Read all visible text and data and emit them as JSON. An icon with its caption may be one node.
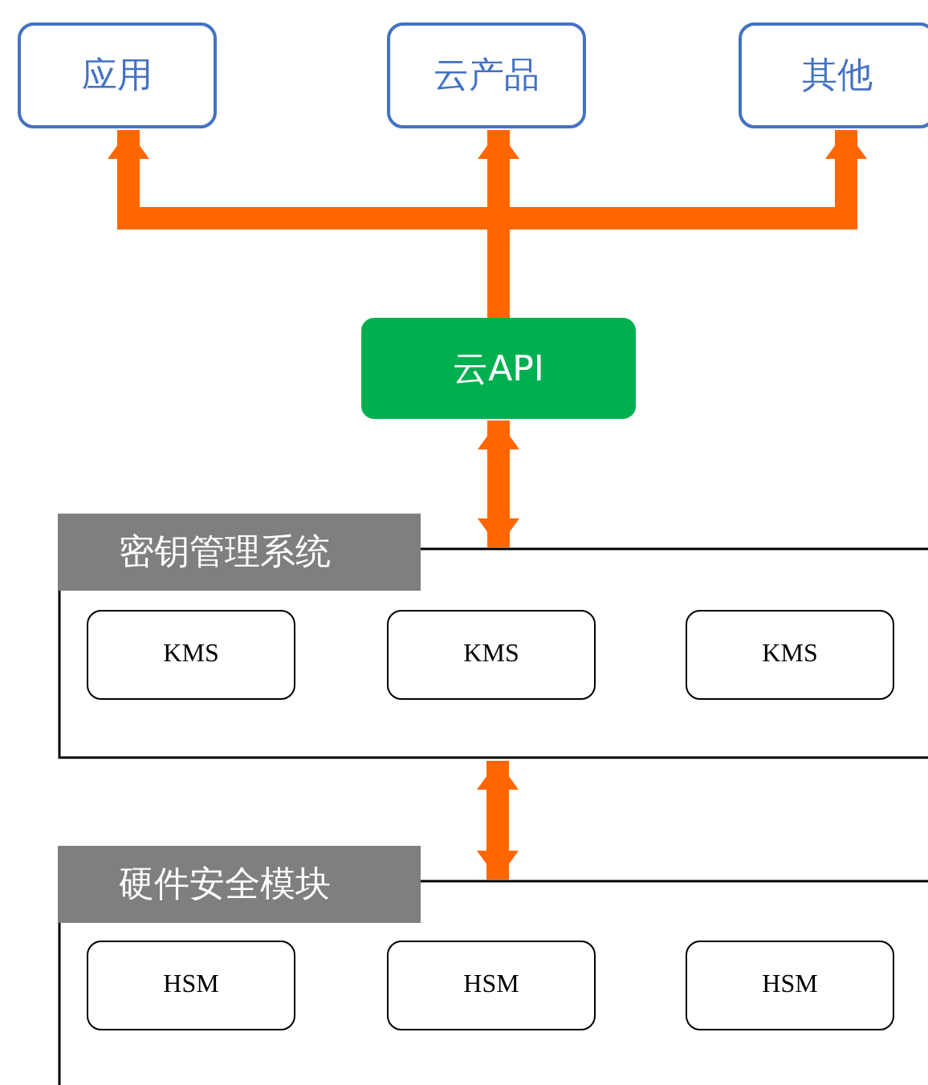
{
  "diagram": {
    "nodes": [
      {
        "text": [
          "应用"
        ]
      },
      {
        "text": [
          "云产品"
        ]
      },
      {
        "text": [
          "其他"
        ]
      },
      {
        "text": [
          "云API"
        ]
      },
      {
        "text": [
          "密钥管理系统"
        ]
      },
      {
        "text": [
          "KMS"
        ],
        "in": 4
      },
      {
        "text": [
          "KMS"
        ],
        "in": 4
      },
      {
        "text": [
          "KMS"
        ],
        "in": 4
      },
      {
        "text": [
          "硬件安全模块"
        ]
      },
      {
        "text": [
          "HSM"
        ],
        "in": 8
      },
      {
        "text": [
          "HSM"
        ],
        "in": 8
      },
      {
        "text": [
          "HSM"
        ],
        "in": 8
      }
    ],
    "edges": [
      {
        "from": 3,
        "to": 0,
        "arrow": "to"
      },
      {
        "from": 3,
        "to": 1,
        "arrow": "to"
      },
      {
        "from": 3,
        "to": 2,
        "arrow": "to"
      },
      {
        "from": 3,
        "to": 4,
        "arrow": "both"
      },
      {
        "from": 4,
        "to": 8,
        "arrow": "both"
      }
    ]
  }
}
